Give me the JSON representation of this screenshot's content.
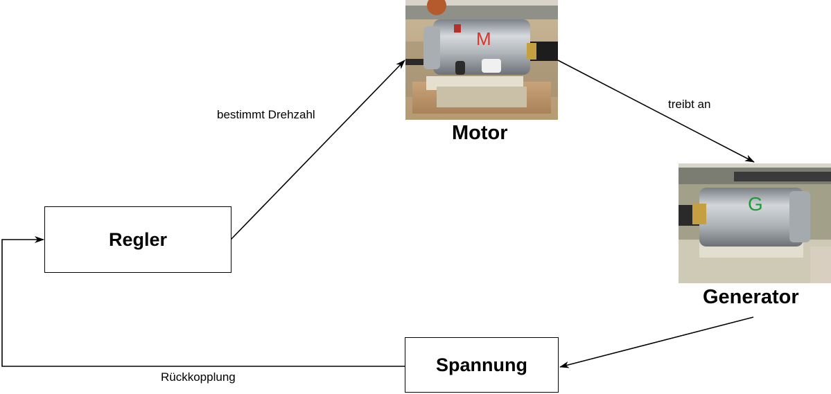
{
  "nodes": {
    "regler": "Regler",
    "motor": "Motor",
    "generator": "Generator",
    "spannung": "Spannung"
  },
  "edges": {
    "regler_to_motor": "bestimmt Drehzahl",
    "motor_to_generator": "treibt an",
    "feedback": "Rückkopplung"
  },
  "photos": {
    "motor_mark": "M",
    "generator_mark": "G"
  },
  "colors": {
    "line": "#000000",
    "motor_mark": "#d9362b",
    "generator_mark": "#1f9a3a"
  }
}
